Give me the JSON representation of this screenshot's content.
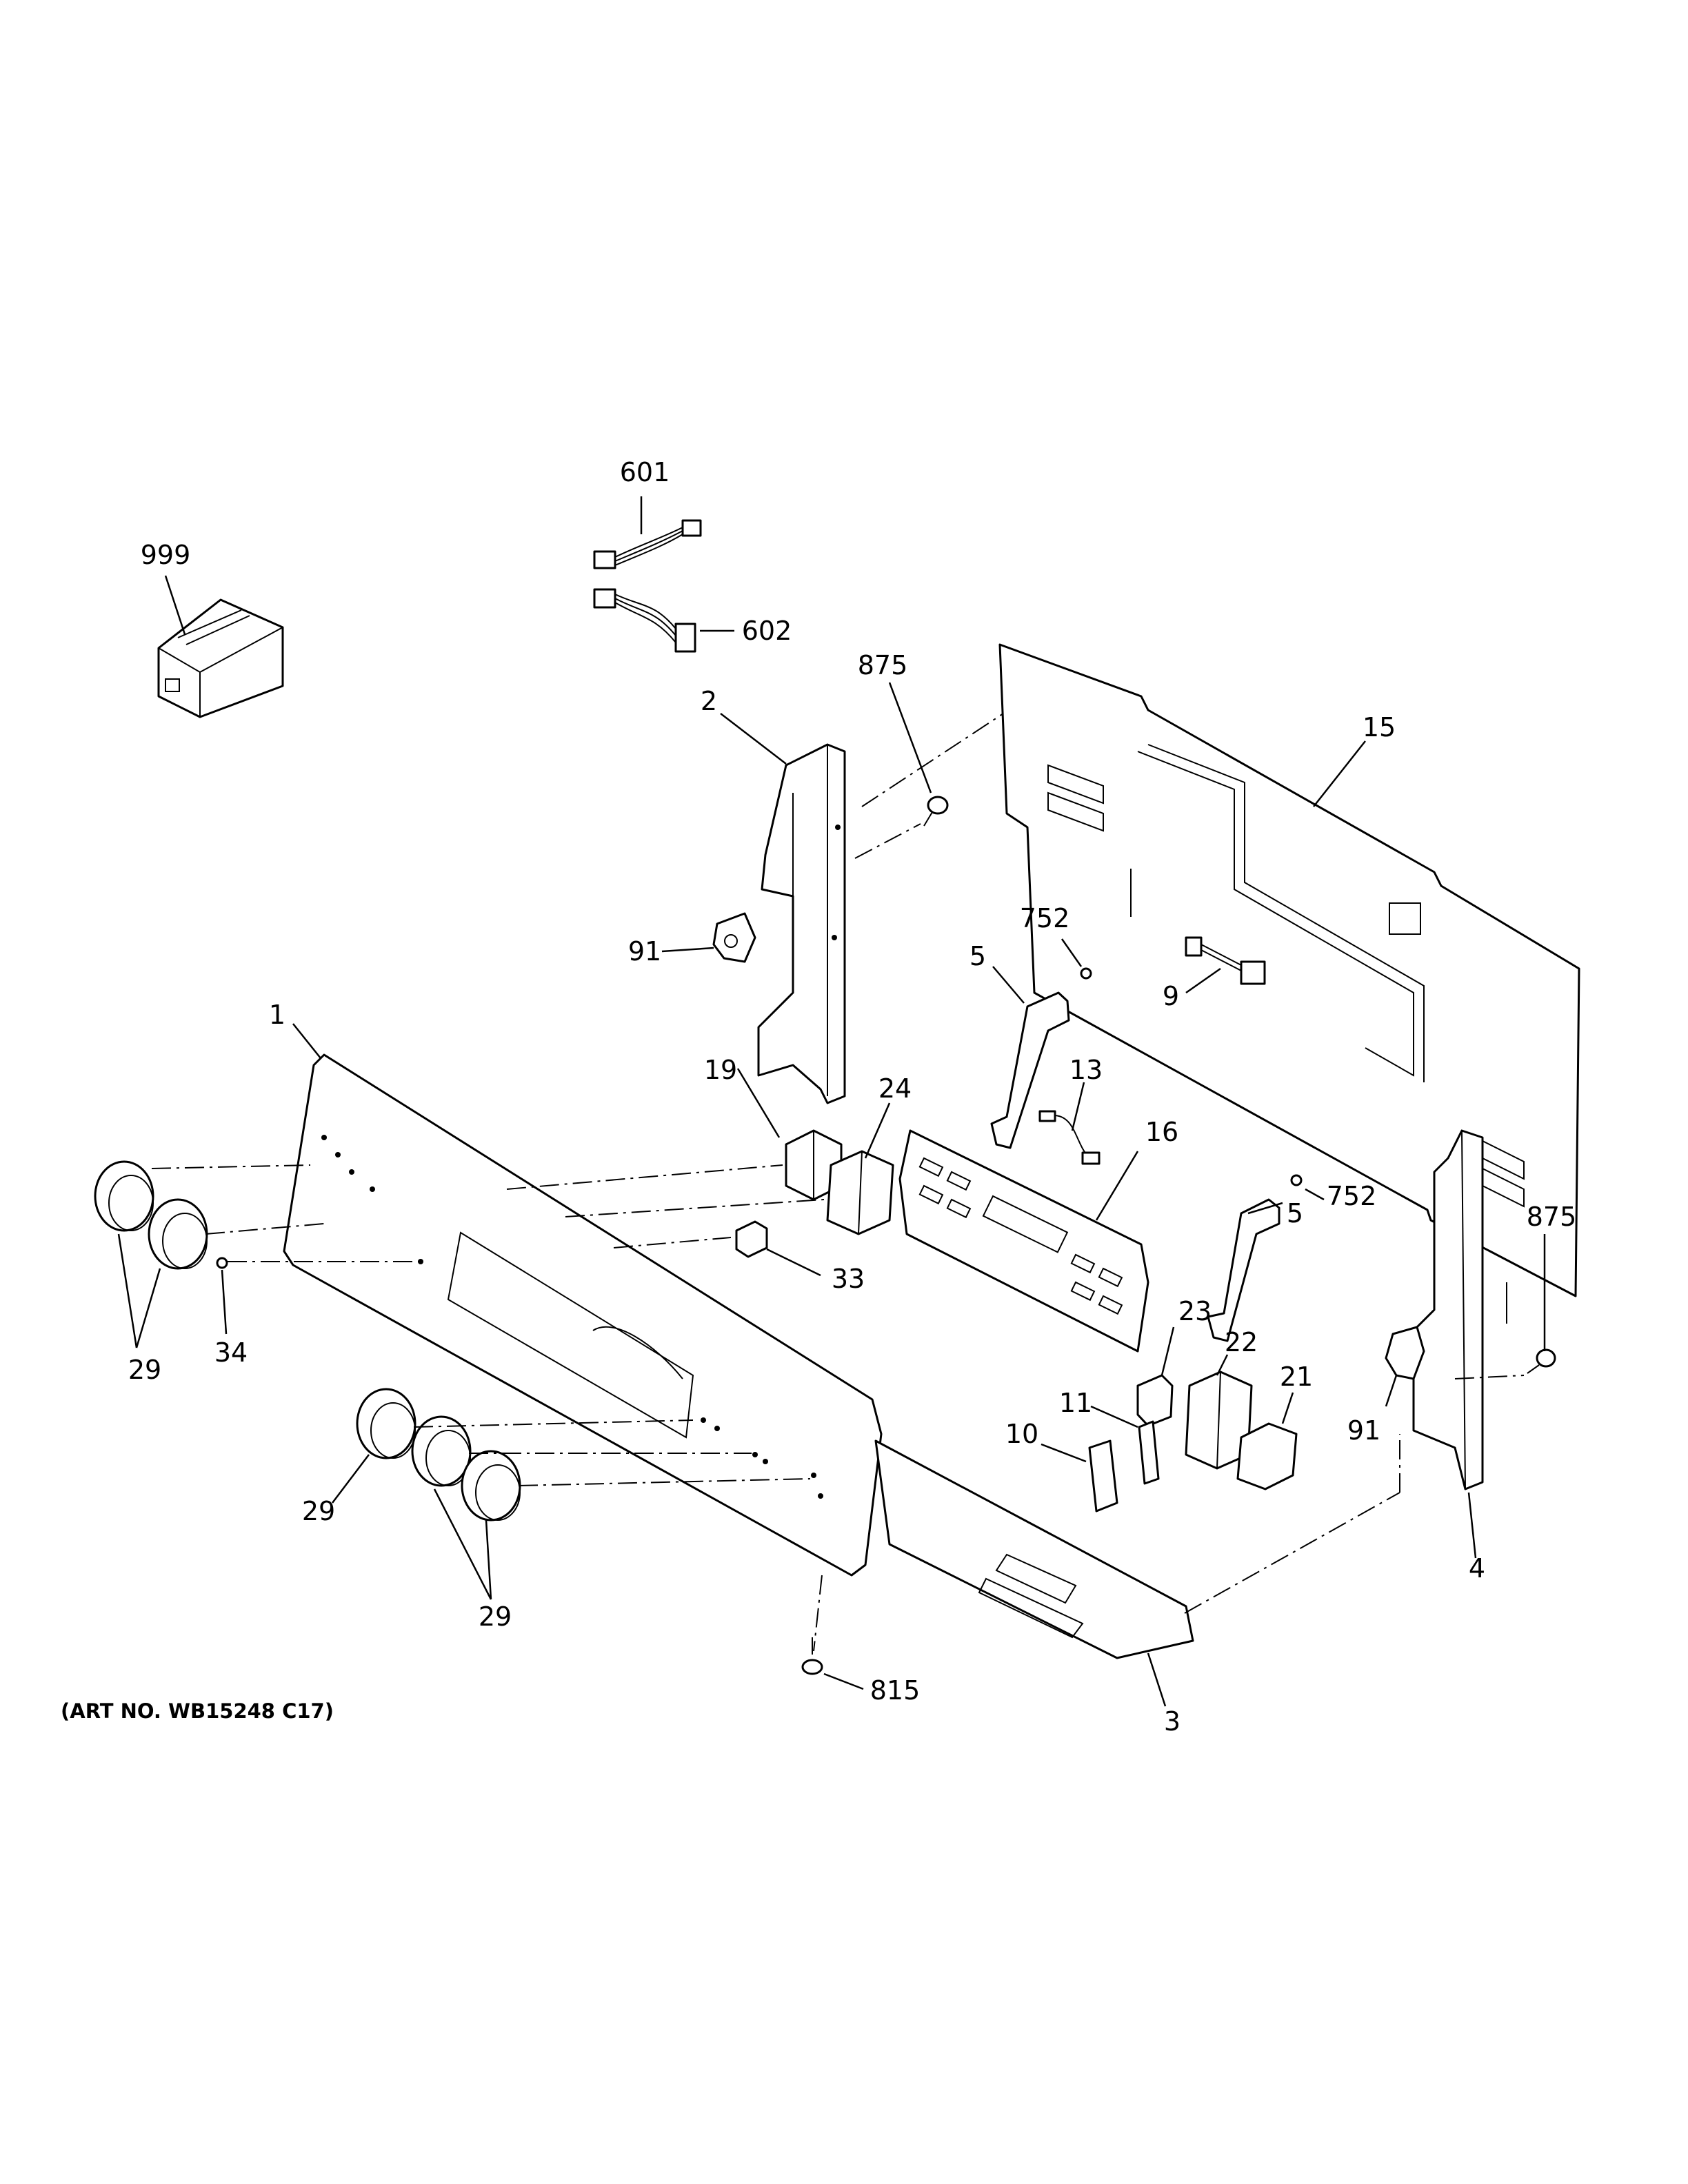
{
  "callouts": {
    "c999": "999",
    "c601": "601",
    "c602": "602",
    "c875a": "875",
    "c2": "2",
    "c15": "15",
    "c91a": "91",
    "c752a": "752",
    "c5a": "5",
    "c9": "9",
    "c1": "1",
    "c13": "13",
    "c19": "19",
    "c24": "24",
    "c16": "16",
    "c752b": "752",
    "c875b": "875",
    "c5b": "5",
    "c33": "33",
    "c29a": "29",
    "c34": "34",
    "c23": "23",
    "c22": "22",
    "c21": "21",
    "c11": "11",
    "c91b": "91",
    "c10": "10",
    "c29b": "29",
    "c4": "4",
    "c29c": "29",
    "c815": "815",
    "c3": "3"
  },
  "art_number": "(ART NO. WB15248 C17)",
  "colors": {
    "line": "#000000",
    "background": "#ffffff"
  }
}
